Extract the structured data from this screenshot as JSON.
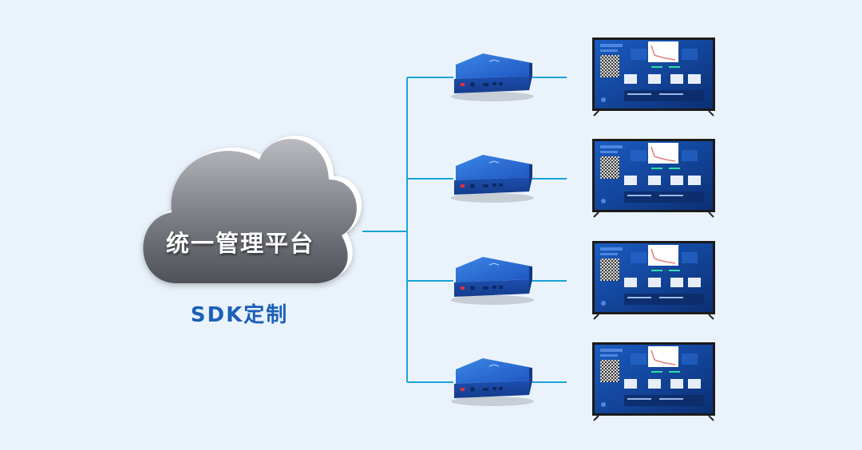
{
  "cloud": {
    "title": "统一管理平台"
  },
  "caption": "SDK定制",
  "devices": [
    {
      "id": "box-1"
    },
    {
      "id": "box-2"
    },
    {
      "id": "box-3"
    },
    {
      "id": "box-4"
    }
  ],
  "colors": {
    "background": "#eaf3fc",
    "connector": "#1ba3d8",
    "box_blue": "#1f5fc8",
    "cloud_gray": "#6a6d74",
    "caption": "#1b5fb8",
    "screen": "#10408f"
  }
}
